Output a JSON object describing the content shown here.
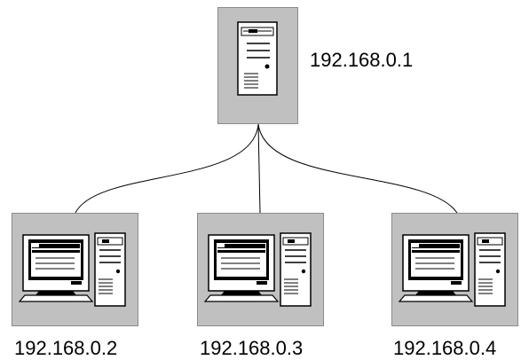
{
  "diagram": {
    "server": {
      "label": "192.168.0.1",
      "icon": "server-tower-icon"
    },
    "clients": [
      {
        "label": "192.168.0.2",
        "icon": "workstation-icon"
      },
      {
        "label": "192.168.0.3",
        "icon": "workstation-icon"
      },
      {
        "label": "192.168.0.4",
        "icon": "workstation-icon"
      }
    ],
    "colors": {
      "box_fill": "#c0c0c0",
      "box_border": "#8a8a8a",
      "line": "#000000",
      "screen": "#000000"
    }
  }
}
